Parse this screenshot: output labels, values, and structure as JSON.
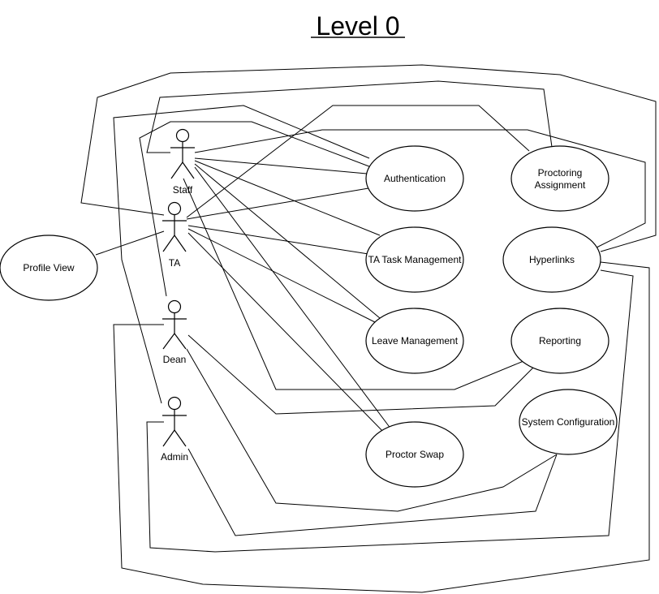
{
  "title": "Level 0",
  "actors": {
    "staff": "Staff",
    "ta": "TA",
    "dean": "Dean",
    "admin": "Admin"
  },
  "use_cases": {
    "authentication": "Authentication",
    "proctoring_line1": "Proctoring",
    "proctoring_line2": "Assignment",
    "hyperlinks": "Hyperlinks",
    "ta_task_management": "TA Task Management",
    "leave_management": "Leave Management",
    "reporting": "Reporting",
    "system_configuration": "System Configuration",
    "proctor_swap": "Proctor Swap",
    "profile_view": "Profile View"
  }
}
